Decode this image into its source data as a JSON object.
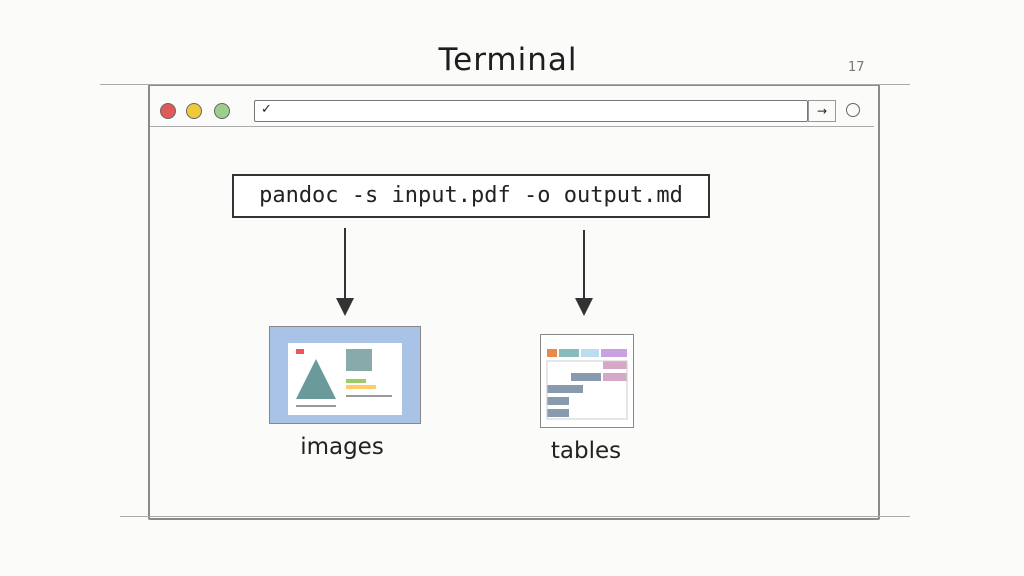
{
  "window": {
    "title": "Terminal",
    "corner_mark": "17",
    "address_value": "✓",
    "go_icon": "→"
  },
  "command": "pandoc -s input.pdf -o output.md",
  "outputs": [
    {
      "label": "images"
    },
    {
      "label": "tables"
    }
  ],
  "colors": {
    "close": "#e05a5a",
    "minimize": "#f0c93a",
    "maximize": "#9ccf8e"
  }
}
